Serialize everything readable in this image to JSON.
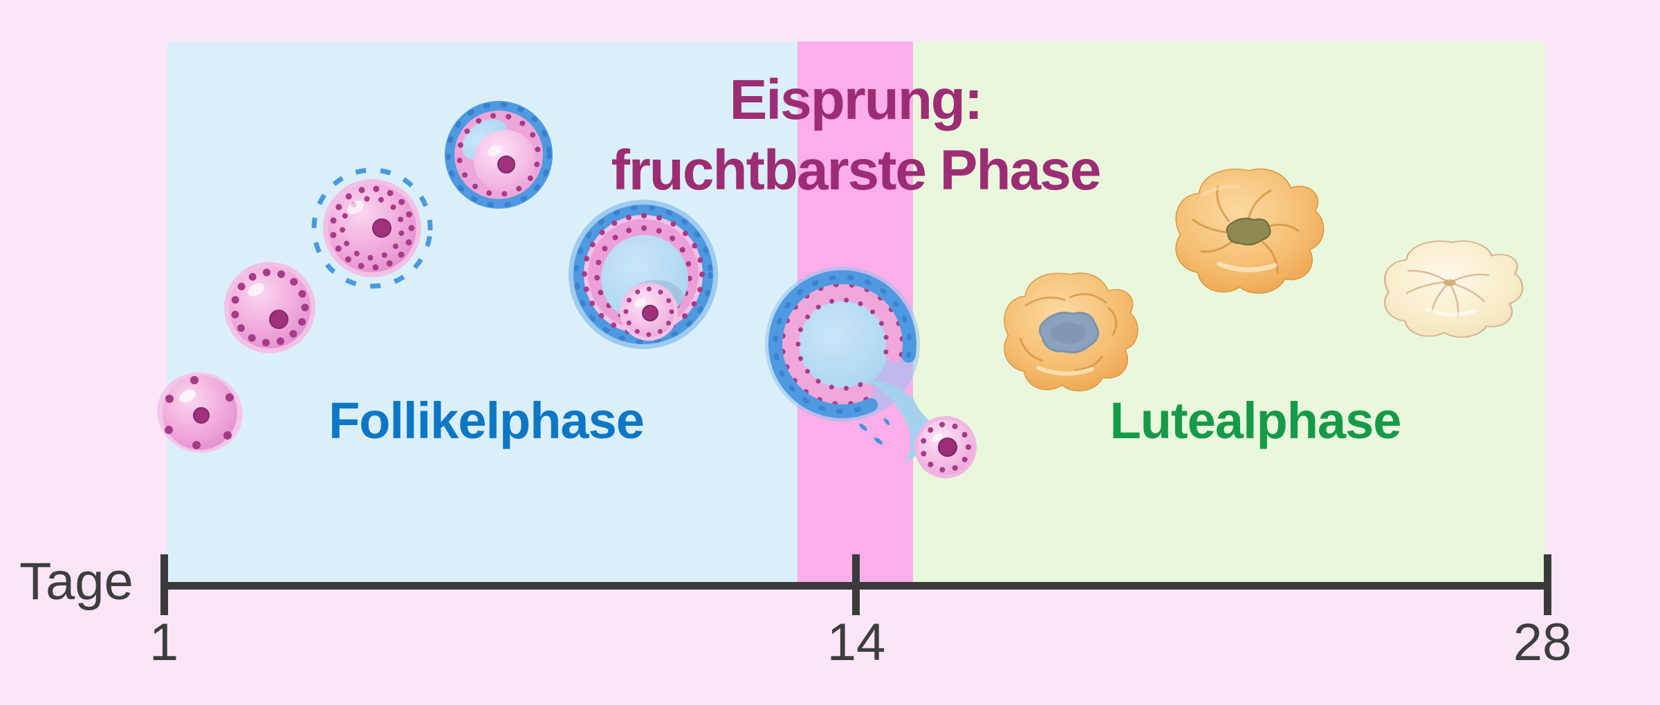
{
  "page": {
    "background_color": "#fce6f6"
  },
  "title": {
    "line1": "Eisprung:",
    "line2": "fruchtbarste Phase",
    "color": "#9c2d74"
  },
  "phases": {
    "follicular": {
      "label": "Follikelphase",
      "label_color": "#0d77c5",
      "band_color": "#dbeffa"
    },
    "ovulation": {
      "band_color": "#fbaee9"
    },
    "luteal": {
      "label": "Lutealphase",
      "label_color": "#169a48",
      "band_color": "#e9f8dc"
    }
  },
  "timeline": {
    "axis_label": "Tage",
    "ticks": [
      "1",
      "14",
      "28"
    ],
    "axis_color": "#3a3a3a",
    "label_color": "#3d3d3d"
  },
  "illustrations": [
    {
      "name": "primordial-follicle-icon"
    },
    {
      "name": "primary-follicle-icon"
    },
    {
      "name": "secondary-follicle-icon"
    },
    {
      "name": "early-antral-follicle-icon"
    },
    {
      "name": "graafian-follicle-icon"
    },
    {
      "name": "ovulating-follicle-icon"
    },
    {
      "name": "released-egg-icon"
    },
    {
      "name": "corpus-hemorrhagicum-icon"
    },
    {
      "name": "corpus-luteum-icon"
    },
    {
      "name": "corpus-albicans-icon"
    }
  ]
}
